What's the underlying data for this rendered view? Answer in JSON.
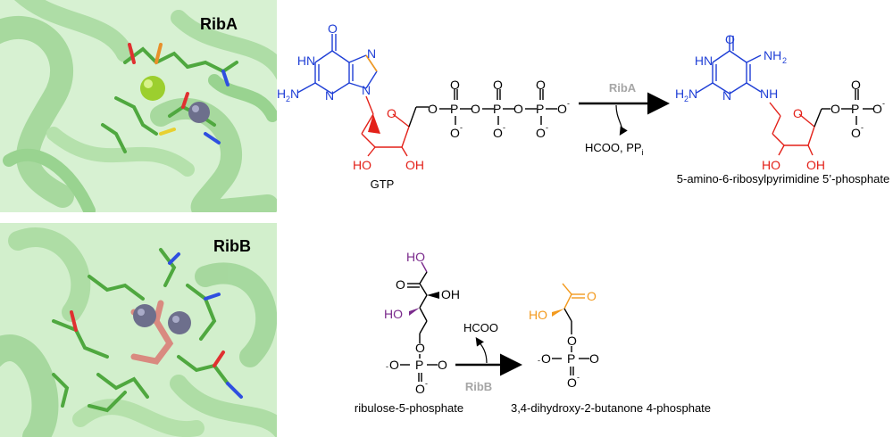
{
  "panels": {
    "riba_title": "RibA",
    "ribb_title": "RibB"
  },
  "reaction_a": {
    "substrate": "GTP",
    "enzyme": "RibA",
    "byproducts": "HCOO, PP",
    "byproduct_subscript": "i",
    "product": "5-amino-6-ribosylpyrimidine 5’-phosphate"
  },
  "reaction_b": {
    "substrate": "ribulose-5-phosphate",
    "enzyme": "RibB",
    "byproduct": "HCOO",
    "product": "3,4-dihydroxy-2-butanone 4-phosphate"
  },
  "colors": {
    "purine_blue": "#1f3fd6",
    "ribose_red": "#e32119",
    "purple": "#7a2a8c",
    "orange": "#f39a1e",
    "protein_green": "#b8e6b0",
    "enzyme_gray": "#a6a6a6"
  }
}
